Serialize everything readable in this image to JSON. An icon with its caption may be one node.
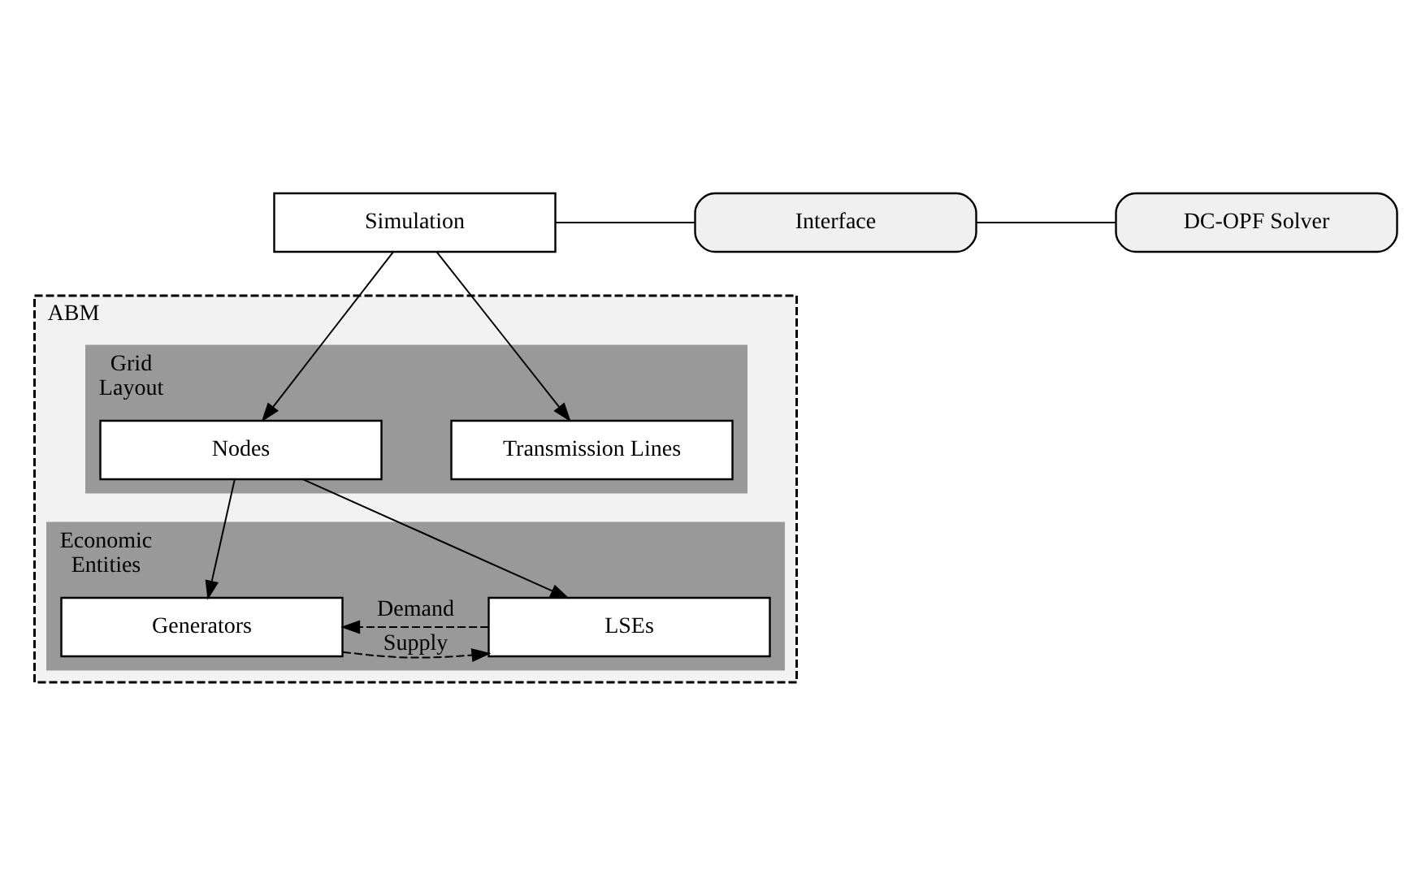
{
  "diagram": {
    "nodes": [
      {
        "text": [
          "Simulation"
        ]
      },
      {
        "text": [
          "Interface"
        ]
      },
      {
        "text": [
          "DC-OPF Solver"
        ]
      },
      {
        "text": [
          "ABM"
        ]
      },
      {
        "text": [
          "Grid Layout"
        ],
        "in": 3
      },
      {
        "text": [
          "Nodes"
        ],
        "in": 4
      },
      {
        "text": [
          "Transmission Lines"
        ],
        "in": 4
      },
      {
        "text": [
          "Economic Entities"
        ],
        "in": 3
      },
      {
        "text": [
          "Generators"
        ],
        "in": 7
      },
      {
        "text": [
          "LSEs"
        ],
        "in": 7
      }
    ],
    "edges": [
      {
        "from": 0,
        "to": 1,
        "arrow": "none"
      },
      {
        "from": 1,
        "to": 2,
        "arrow": "none"
      },
      {
        "from": 0,
        "to": 5,
        "arrow": "to"
      },
      {
        "from": 0,
        "to": 6,
        "arrow": "to"
      },
      {
        "from": 5,
        "to": 8,
        "arrow": "to"
      },
      {
        "from": 5,
        "to": 9,
        "arrow": "to"
      },
      {
        "from": 8,
        "to": 9,
        "arrow": "to",
        "label": "Supply",
        "style": "dashed"
      },
      {
        "from": 9,
        "to": 8,
        "arrow": "to",
        "label": "Demand",
        "style": "dashed"
      }
    ]
  }
}
